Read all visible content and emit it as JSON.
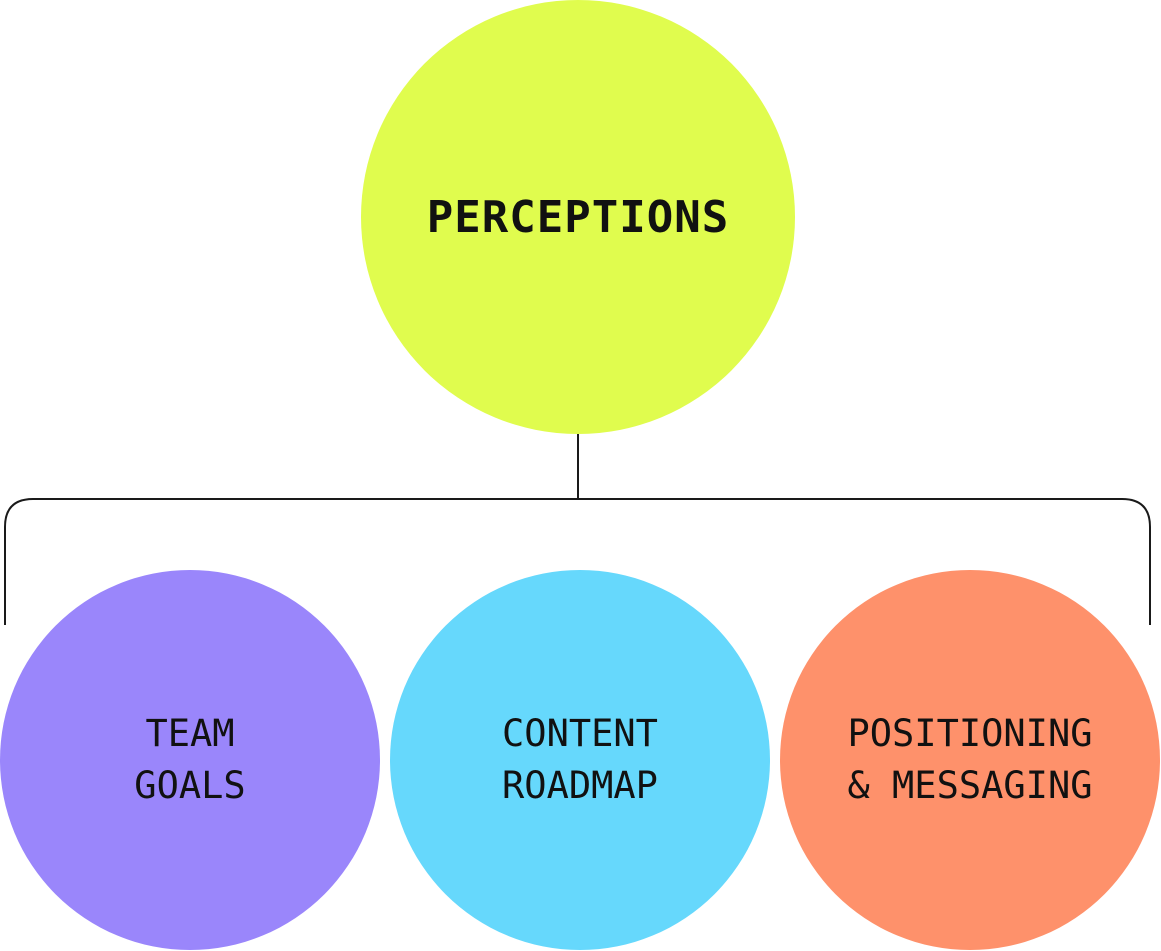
{
  "diagram": {
    "root": {
      "label": "PERCEPTIONS",
      "color": "#e0fc4e"
    },
    "children": [
      {
        "line1": "TEAM",
        "line2": "GOALS",
        "color": "#9a86fb"
      },
      {
        "line1": "CONTENT",
        "line2": "ROADMAP",
        "color": "#66d8fc"
      },
      {
        "line1": "POSITIONING",
        "line2": "& MESSAGING",
        "color": "#fe916b"
      }
    ],
    "connector_color": "#1a1a1a"
  }
}
